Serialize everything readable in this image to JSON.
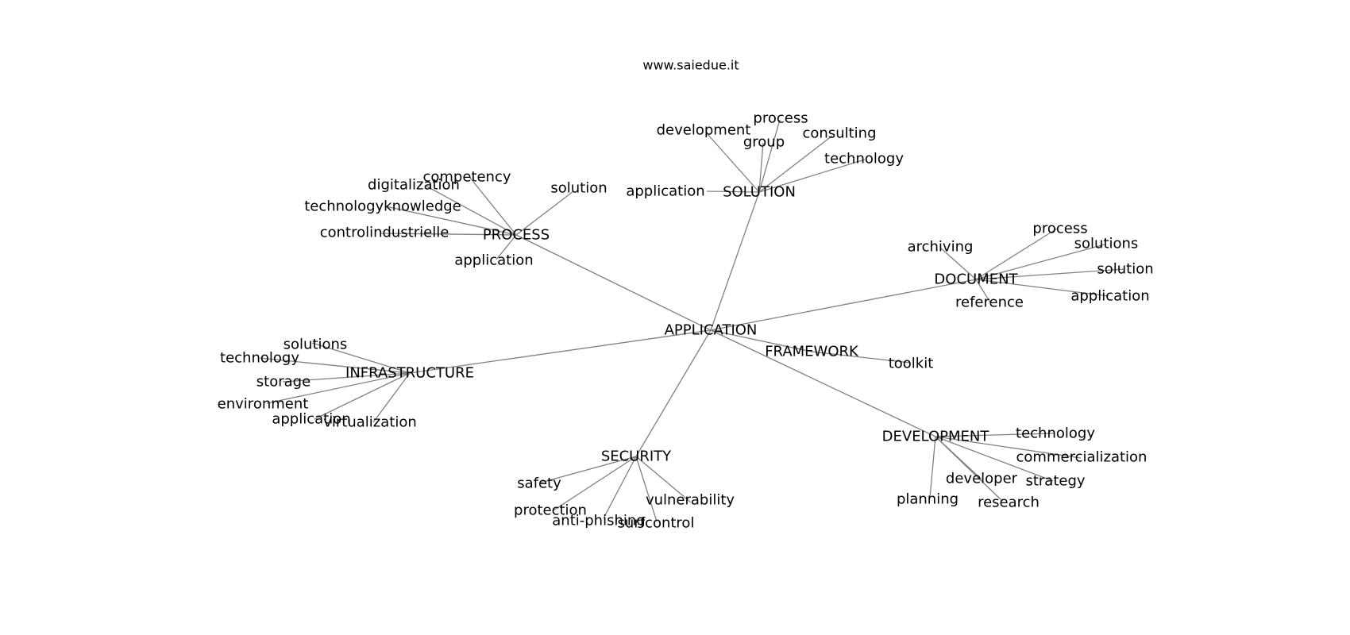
{
  "header": {
    "title": "www.saiedue.it"
  },
  "graph": {
    "root": "APPLICATION",
    "hubs": [
      {
        "id": "solution",
        "label": "SOLUTION",
        "leaves": [
          "application",
          "development",
          "group",
          "process",
          "consulting",
          "technology"
        ]
      },
      {
        "id": "process",
        "label": "PROCESS",
        "leaves": [
          "competency",
          "digitalization",
          "technologyknowledge",
          "controlindustrielle",
          "application",
          "solution"
        ]
      },
      {
        "id": "document",
        "label": "DOCUMENT",
        "leaves": [
          "archiving",
          "process",
          "solutions",
          "solution",
          "application",
          "reference"
        ]
      },
      {
        "id": "infrastructure",
        "label": "INFRASTRUCTURE",
        "leaves": [
          "solutions",
          "technology",
          "storage",
          "environment",
          "application",
          "virtualization"
        ]
      },
      {
        "id": "framework",
        "label": "FRAMEWORK",
        "leaves": [
          "toolkit"
        ]
      },
      {
        "id": "security",
        "label": "SECURITY",
        "leaves": [
          "safety",
          "protection",
          "anti-phishing",
          "surfcontrol",
          "vulnerability"
        ]
      },
      {
        "id": "development",
        "label": "DEVELOPMENT",
        "leaves": [
          "technology",
          "commercialization",
          "strategy",
          "developer",
          "research",
          "planning"
        ]
      }
    ]
  }
}
